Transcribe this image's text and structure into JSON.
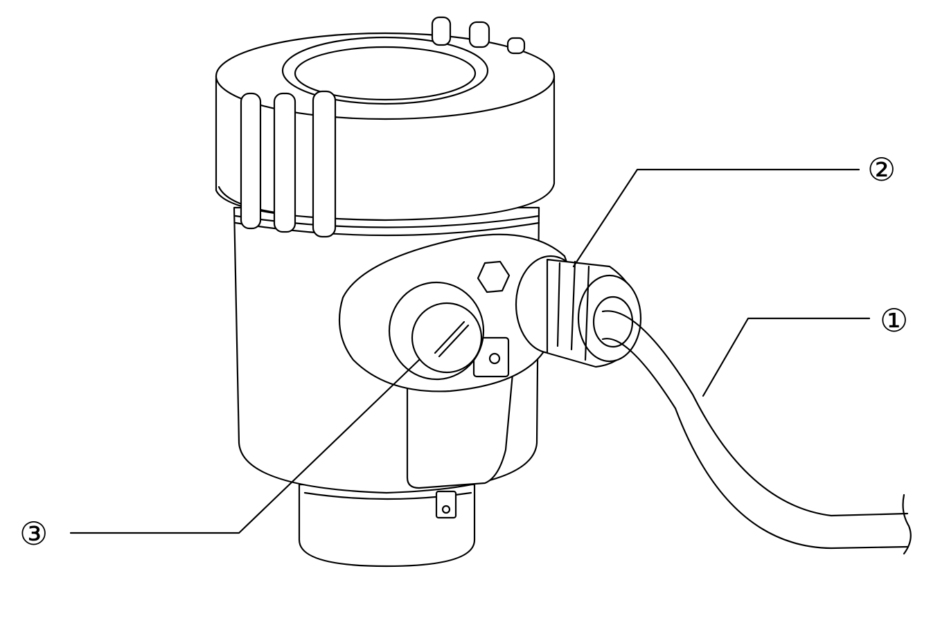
{
  "callouts": [
    {
      "id": "1",
      "label": "①",
      "part": "cable"
    },
    {
      "id": "2",
      "label": "②",
      "part": "cable-gland"
    },
    {
      "id": "3",
      "label": "③",
      "part": "cover-cap"
    }
  ],
  "colors": {
    "line": "#000000",
    "background": "#ffffff"
  }
}
